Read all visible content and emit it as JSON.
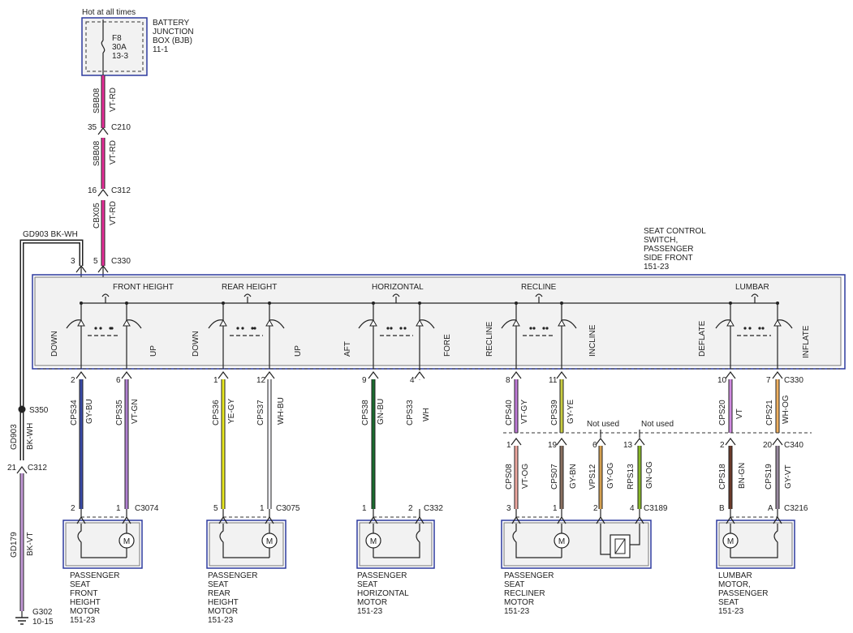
{
  "header": {
    "hot_label": "Hot at all times",
    "bjb_label": [
      "BATTERY",
      "JUNCTION",
      "BOX (BJB)",
      "11-1"
    ],
    "fuse_label": [
      "F8",
      "30A",
      "13-3"
    ]
  },
  "feed_wires": [
    {
      "circuit": "SBB08",
      "color": "VT-RD"
    },
    {
      "circuit": "SBB08",
      "color": "VT-RD"
    },
    {
      "circuit": "CBX05",
      "color": "VT-RD"
    }
  ],
  "feed_connectors": [
    {
      "pin": "35",
      "name": "C210"
    },
    {
      "pin": "16",
      "name": "C312"
    }
  ],
  "ground_wire": {
    "label": "GD903  BK-WH",
    "circuit": "GD903",
    "color": "BK-WH"
  },
  "splice": "S350",
  "ground_connector": {
    "pin": "21",
    "name": "C312"
  },
  "lower_ground_wire": {
    "circuit": "GD179",
    "color": "BK-VT"
  },
  "ground_point": [
    "G302",
    "10-15"
  ],
  "switch": {
    "title": [
      "SEAT CONTROL",
      "SWITCH,",
      "PASSENGER",
      "SIDE FRONT",
      "151-23"
    ],
    "top_pins": [
      "3",
      "5"
    ],
    "top_connector": "C330",
    "bottom_connector": "C330",
    "groups": [
      "FRONT HEIGHT",
      "REAR HEIGHT",
      "HORIZONTAL",
      "RECLINE",
      "LUMBAR"
    ],
    "positions": [
      "DOWN",
      "UP",
      "DOWN",
      "UP",
      "AFT",
      "FORE",
      "RECLINE",
      "INCLINE",
      "DEFLATE",
      "INFLATE"
    ]
  },
  "output_wires": [
    {
      "pin": "2",
      "circuit": "CPS34",
      "color": "GY-BU"
    },
    {
      "pin": "6",
      "circuit": "CPS35",
      "color": "VT-GN"
    },
    {
      "pin": "1",
      "circuit": "CPS36",
      "color": "YE-GY"
    },
    {
      "pin": "12",
      "circuit": "CPS37",
      "color": "WH-BU"
    },
    {
      "pin": "9",
      "circuit": "CPS38",
      "color": "GN-BU"
    },
    {
      "pin": "4",
      "circuit": "CPS33",
      "color": "WH"
    },
    {
      "pin": "8",
      "circuit": "CPS40",
      "color": "VT-GY"
    },
    {
      "pin": "11",
      "circuit": "CPS39",
      "color": "GY-YE"
    },
    {
      "pin": "10",
      "circuit": "CPS20",
      "color": "VT"
    },
    {
      "pin": "7",
      "circuit": "CPS21",
      "color": "WH-OG"
    }
  ],
  "not_used": [
    "Not used",
    "Not used"
  ],
  "c340": {
    "name": "C340",
    "wires": [
      {
        "pin": "1",
        "circuit": "CPS08",
        "color": "VT-OG"
      },
      {
        "pin": "19",
        "circuit": "CPS07",
        "color": "GY-BN"
      },
      {
        "pin": "6",
        "circuit": "VPS12",
        "color": "GY-OG"
      },
      {
        "pin": "13",
        "circuit": "RPS13",
        "color": "GN-OG"
      },
      {
        "pin": "2",
        "circuit": "CPS18",
        "color": "BN-GN"
      },
      {
        "pin": "20",
        "circuit": "CPS19",
        "color": "GY-VT"
      }
    ]
  },
  "motors": [
    {
      "connector": "C3074",
      "pins": [
        "2",
        "1"
      ],
      "label": [
        "PASSENGER",
        "SEAT",
        "FRONT",
        "HEIGHT",
        "MOTOR",
        "151-23"
      ]
    },
    {
      "connector": "C3075",
      "pins": [
        "5",
        "1"
      ],
      "label": [
        "PASSENGER",
        "SEAT",
        "REAR",
        "HEIGHT",
        "MOTOR",
        "151-23"
      ]
    },
    {
      "connector": "C332",
      "pins": [
        "1",
        "2"
      ],
      "label": [
        "PASSENGER",
        "SEAT",
        "HORIZONTAL",
        "MOTOR",
        "151-23"
      ]
    },
    {
      "connector": "C3189",
      "pins": [
        "3",
        "1",
        "2",
        "4"
      ],
      "label": [
        "PASSENGER",
        "SEAT",
        "RECLINER",
        "MOTOR",
        "151-23"
      ]
    },
    {
      "connector": "C3216",
      "pins": [
        "B",
        "A"
      ],
      "label": [
        "LUMBAR",
        "MOTOR,",
        "PASSENGER",
        "SEAT",
        "151-23"
      ]
    }
  ],
  "motor_symbol": "M",
  "colors": {
    "VT-RD": "#e8309a",
    "GY-BU": "#3a4aa6",
    "VT-GN": "#b080d0",
    "YE-GY": "#e8e820",
    "WH-BU": "#f0f0f6",
    "GN-BU": "#1a6b2e",
    "WH": "#ffffff",
    "VT-GY": "#c07ad8",
    "GY-YE": "#c8cc40",
    "VT": "#d08ae0",
    "WH-OG": "#f0b060",
    "VT-OG": "#f0a8a0",
    "GY-BN": "#8a7060",
    "GY-OG": "#d4a050",
    "GN-OG": "#88b828",
    "BN-GN": "#6b3a2a",
    "GY-VT": "#9a8aa0",
    "BK-WH": "#ffffff",
    "BK-VT": "#c49ad8",
    "outline": "#2d3a9e"
  }
}
